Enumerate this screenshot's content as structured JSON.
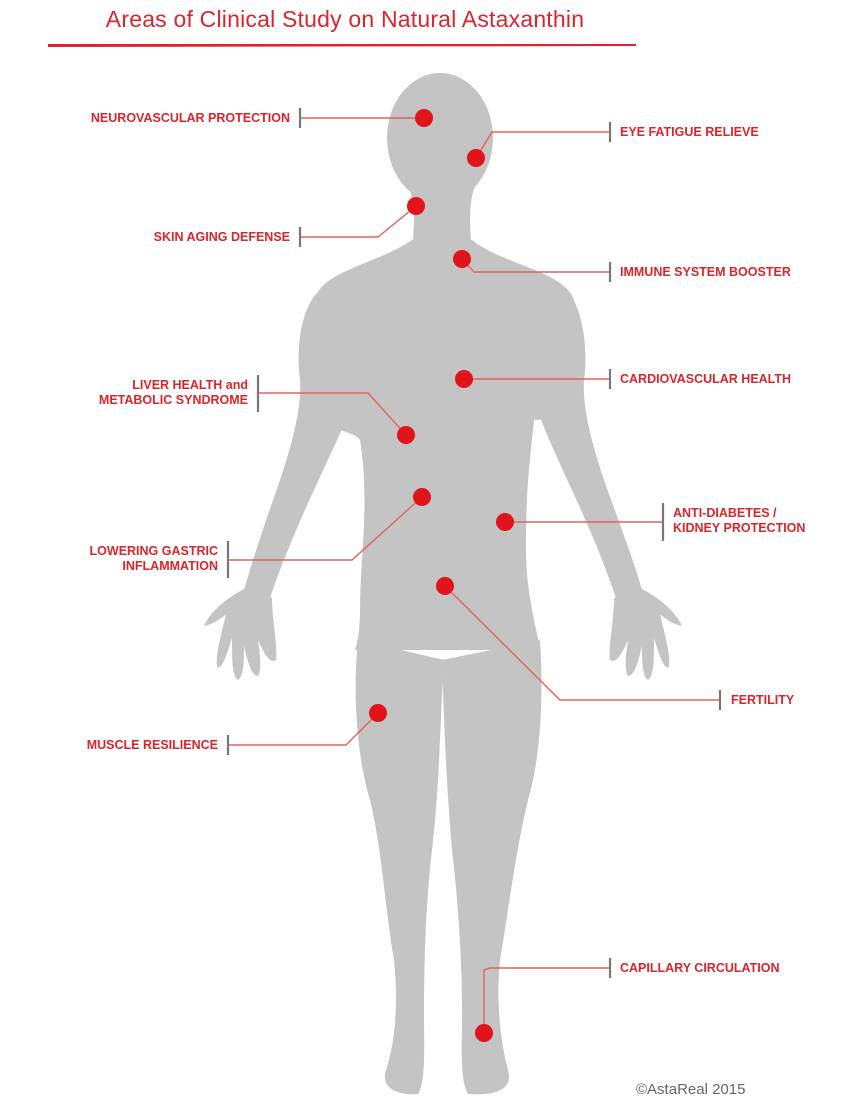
{
  "title": "Areas of Clinical Study on Natural Astaxanthin",
  "copyright": "©AstaReal 2015",
  "colors": {
    "accent": "#d8262c",
    "body": "#c4c4c4",
    "leader_line": "#e0655f",
    "marker": "#e1141c",
    "tick": "#777777"
  },
  "areas": [
    {
      "id": "neurovascular",
      "label": [
        "NEUROVASCULAR PROTECTION"
      ]
    },
    {
      "id": "eye",
      "label": [
        "EYE FATIGUE RELIEVE"
      ]
    },
    {
      "id": "skin",
      "label": [
        "SKIN AGING DEFENSE"
      ]
    },
    {
      "id": "immune",
      "label": [
        "IMMUNE SYSTEM BOOSTER"
      ]
    },
    {
      "id": "liver",
      "label": [
        "LIVER HEALTH and",
        "METABOLIC SYNDROME"
      ]
    },
    {
      "id": "cardio",
      "label": [
        "CARDIOVASCULAR HEALTH"
      ]
    },
    {
      "id": "gastric",
      "label": [
        "LOWERING GASTRIC",
        "INFLAMMATION"
      ]
    },
    {
      "id": "diabetes",
      "label": [
        "ANTI-DIABETES /",
        "KIDNEY PROTECTION"
      ]
    },
    {
      "id": "fertility",
      "label": [
        "FERTILITY"
      ]
    },
    {
      "id": "muscle",
      "label": [
        "MUSCLE RESILIENCE"
      ]
    },
    {
      "id": "capillary",
      "label": [
        "CAPILLARY CIRCULATION"
      ]
    }
  ]
}
